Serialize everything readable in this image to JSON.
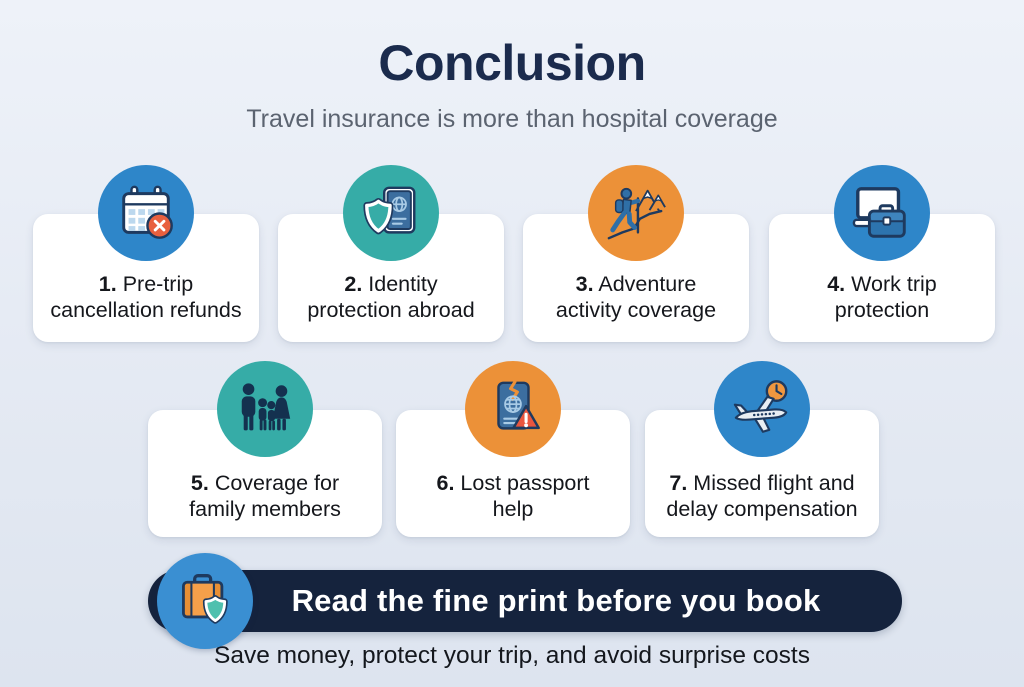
{
  "page": {
    "title": "Conclusion",
    "subtitle": "Travel insurance is more than hospital coverage"
  },
  "cards": [
    {
      "number": "1.",
      "line1": "Pre-trip",
      "line2": "cancellation refunds",
      "icon": "calendar-cancel-icon",
      "circle_color": "#2E86C9"
    },
    {
      "number": "2.",
      "line1": "Identity",
      "line2": "protection abroad",
      "icon": "passport-shield-icon",
      "circle_color": "#36ACA7"
    },
    {
      "number": "3.",
      "line1": "Adventure",
      "line2": "activity coverage",
      "icon": "hiker-mountains-icon",
      "circle_color": "#EC9138"
    },
    {
      "number": "4.",
      "line1": "Work trip",
      "line2": "protection",
      "icon": "laptop-briefcase-icon",
      "circle_color": "#2E86C9"
    },
    {
      "number": "5.",
      "line1": "Coverage for",
      "line2": "family members",
      "icon": "family-icon",
      "circle_color": "#36ACA7"
    },
    {
      "number": "6.",
      "line1": "Lost passport",
      "line2": "help",
      "icon": "torn-passport-warning-icon",
      "circle_color": "#EC9138"
    },
    {
      "number": "7.",
      "line1": "Missed flight and",
      "line2": "delay compensation",
      "icon": "plane-clock-icon",
      "circle_color": "#2E86C9"
    }
  ],
  "banner": {
    "text": "Read the fine print before you book",
    "icon": "suitcase-shield-icon",
    "background_color": "#15233D"
  },
  "footer": {
    "text": "Save money, protect your trip, and avoid surprise costs"
  },
  "colors": {
    "accent_blue": "#2E86C9",
    "accent_teal": "#36ACA7",
    "accent_orange": "#EC9138",
    "title_navy": "#1B2B4D",
    "banner_navy": "#15233D",
    "alert_red": "#E8563F",
    "card_white": "#FFFFFF",
    "background": "#E6EBF4"
  }
}
